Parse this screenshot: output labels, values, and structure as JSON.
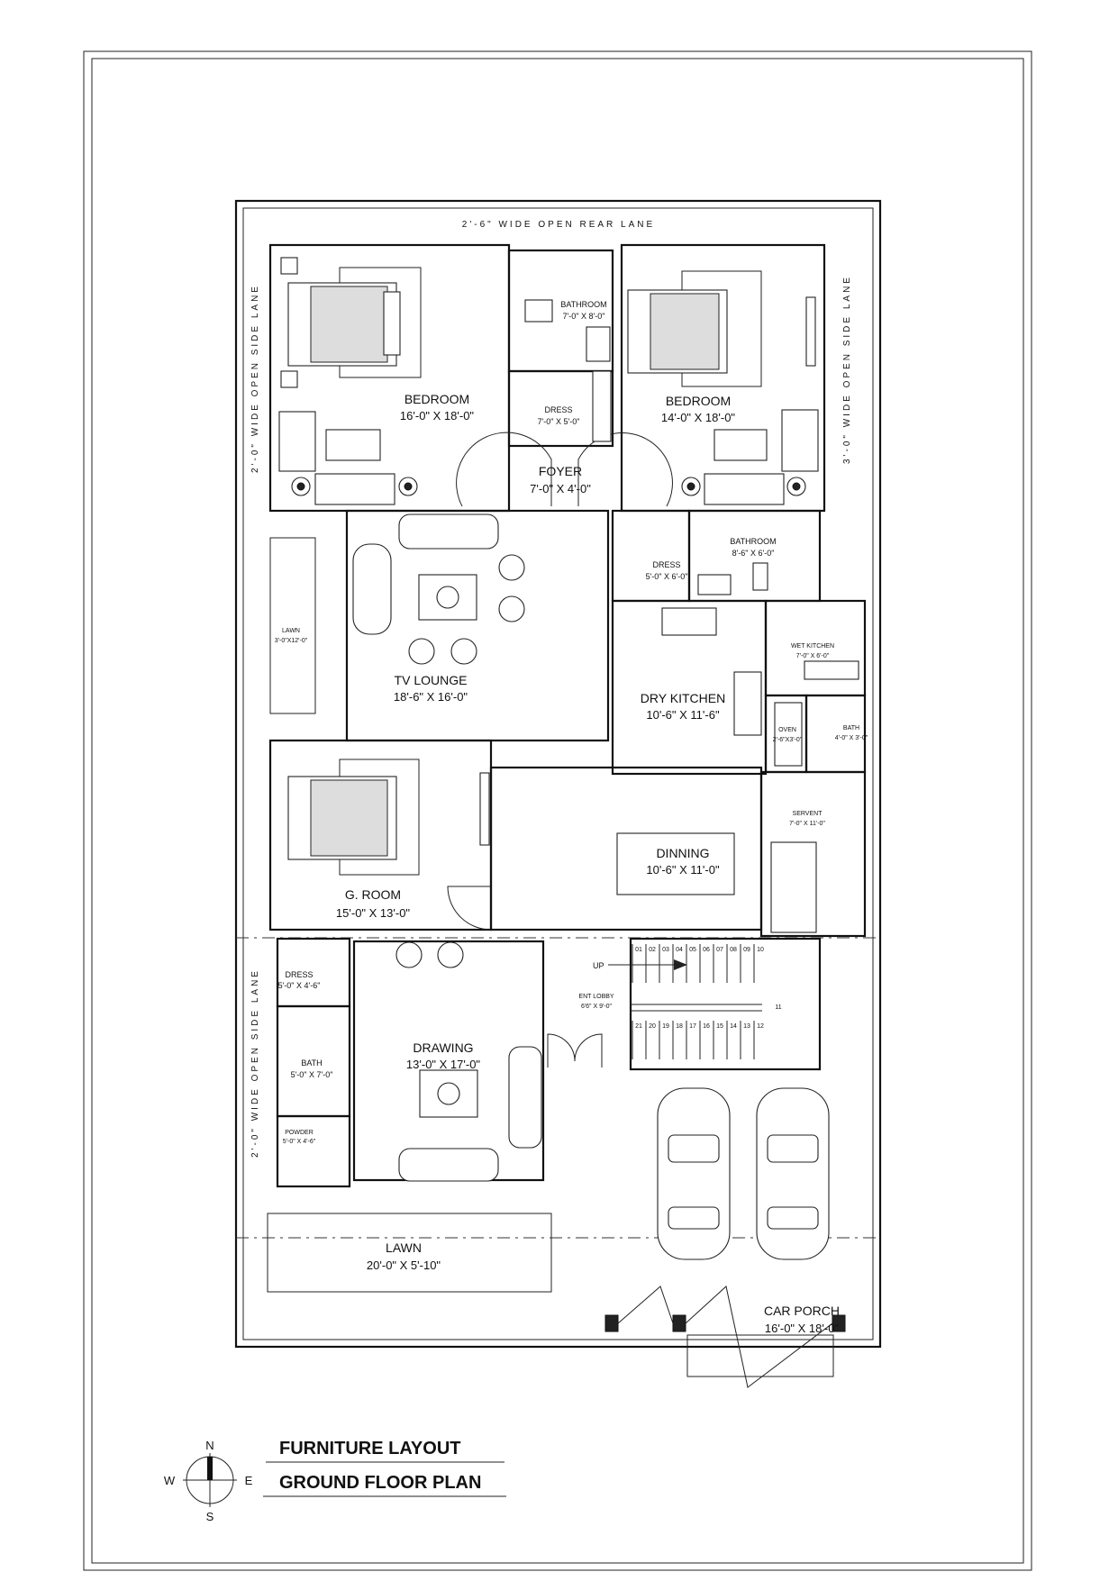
{
  "lanes": {
    "rear": "2'-6\" WIDE OPEN REAR LANE",
    "left_top": "2'-0\" WIDE OPEN SIDE LANE",
    "right_top": "3'-0\" WIDE OPEN SIDE LANE",
    "left_bottom": "2'-0\" WIDE OPEN SIDE LANE"
  },
  "rooms": {
    "bedroom1": {
      "name": "BEDROOM",
      "size": "16'-0\" X 18'-0\""
    },
    "bathroom1": {
      "name": "BATHROOM",
      "size": "7'-0\" X 8'-0\""
    },
    "dress1": {
      "name": "DRESS",
      "size": "7'-0\" X 5'-0\""
    },
    "bedroom2": {
      "name": "BEDROOM",
      "size": "14'-0\" X 18'-0\""
    },
    "foyer": {
      "name": "FOYER",
      "size": "7'-0\" X 4'-0\""
    },
    "lawn_small": {
      "name": "LAWN",
      "size": "3'-0\"X12'-0\""
    },
    "tv_lounge": {
      "name": "TV LOUNGE",
      "size": "18'-6\" X 16'-0\""
    },
    "dress2": {
      "name": "DRESS",
      "size": "5'-0\" X 6'-0\""
    },
    "bathroom2": {
      "name": "BATHROOM",
      "size": "8'-6\" X 6'-0\""
    },
    "wet_kitchen": {
      "name": "WET KITCHEN",
      "size": "7'-0\" X 6'-0\""
    },
    "dry_kitchen": {
      "name": "DRY KITCHEN",
      "size": "10'-6\" X 11'-6\""
    },
    "oven": {
      "name": "OVEN",
      "size": "2'-6\"X3'-0\""
    },
    "bath_small": {
      "name": "BATH",
      "size": "4'-0\" X 3'-0\""
    },
    "servent": {
      "name": "SERVENT",
      "size": "7'-0\" X 11'-0\""
    },
    "g_room": {
      "name": "G. ROOM",
      "size": "15'-0\" X 13'-0\""
    },
    "dinning": {
      "name": "DINNING",
      "size": "10'-6\" X 11'-0\""
    },
    "dress3": {
      "name": "DRESS",
      "size": "5'-0\" X 4'-6\""
    },
    "ent_lobby": {
      "name": "ENT LOBBY",
      "size": "6'6\" X 9'-0\""
    },
    "drawing": {
      "name": "DRAWING",
      "size": "13'-0\" X 17'-0\""
    },
    "bath3": {
      "name": "BATH",
      "size": "5'-0\" X 7'-0\""
    },
    "powder": {
      "name": "POWDER",
      "size": "5'-0\" X 4'-6\""
    },
    "lawn_big": {
      "name": "LAWN",
      "size": "20'-0\" X 5'-10\""
    },
    "car_porch": {
      "name": "CAR PORCH",
      "size": "16'-0\" X 18'-0\""
    }
  },
  "stairs": {
    "up_label": "UP",
    "upper_steps": [
      "01",
      "02",
      "03",
      "04",
      "05",
      "06",
      "07",
      "08",
      "09",
      "10"
    ],
    "landing_step": "11",
    "lower_steps": [
      "21",
      "20",
      "19",
      "18",
      "17",
      "16",
      "15",
      "14",
      "13",
      "12"
    ]
  },
  "compass": {
    "n": "N",
    "s": "S",
    "e": "E",
    "w": "W"
  },
  "titles": {
    "line1": "FURNITURE LAYOUT",
    "line2": "GROUND FLOOR PLAN"
  }
}
